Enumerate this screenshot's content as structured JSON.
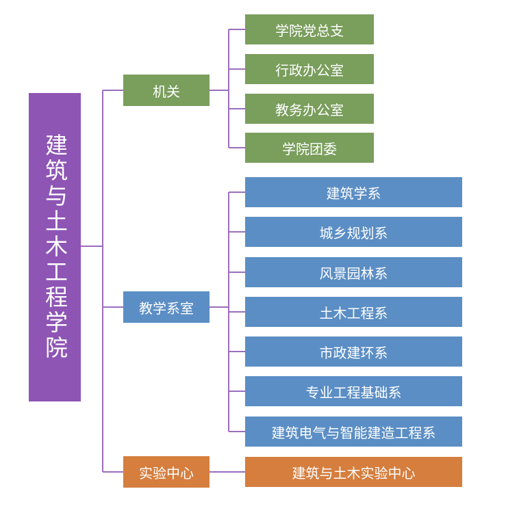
{
  "root": {
    "label": "建筑与土木工程学院",
    "color": "#8e55b5"
  },
  "branches": [
    {
      "label": "机关",
      "color": "#7a9e5c",
      "children": [
        "学院党总支",
        "行政办公室",
        "教务办公室",
        "学院团委"
      ]
    },
    {
      "label": "教学系室",
      "color": "#5b8ec4",
      "children": [
        "建筑学系",
        "城乡规划系",
        "风景园林系",
        "土木工程系",
        "市政建环系",
        "专业工程基础系",
        "建筑电气与智能建造工程系"
      ]
    },
    {
      "label": "实验中心",
      "color": "#d57e3e",
      "children": [
        "建筑与土木实验中心"
      ]
    }
  ],
  "connector_color": "#9b6cc0"
}
